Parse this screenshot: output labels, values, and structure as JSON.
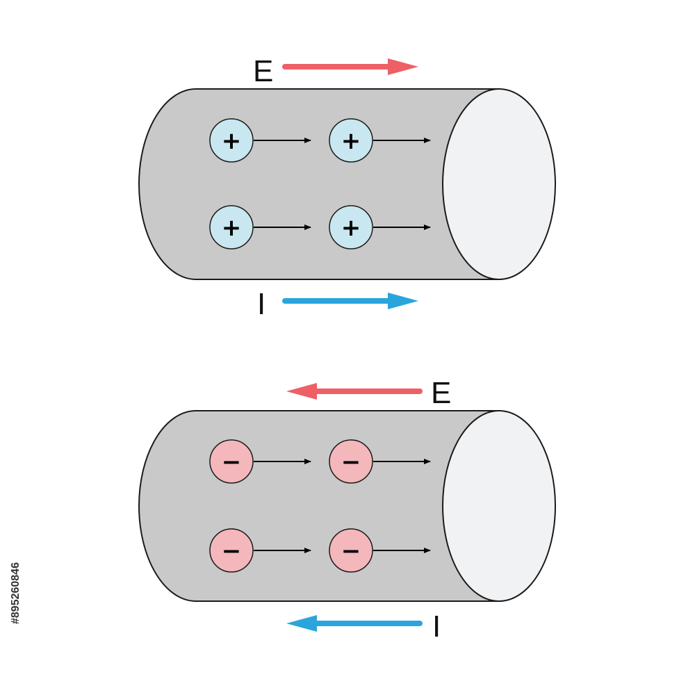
{
  "colors": {
    "field_arrow": "#ee5f66",
    "current_arrow": "#2aa5dc",
    "positive_charge": "#c9e7f0",
    "negative_charge": "#f4b7bb",
    "conductor_body": "#c9c9c9",
    "conductor_face": "#f1f2f4",
    "drift_arrow": "#000000"
  },
  "top_panel": {
    "field_label": "E",
    "current_label": "I",
    "field_direction": "right",
    "current_direction": "right",
    "charge_sign": "+",
    "charge_polarity": "positive",
    "charge_count": 4,
    "drift_direction": "right"
  },
  "bottom_panel": {
    "field_label": "E",
    "current_label": "I",
    "field_direction": "left",
    "current_direction": "left",
    "charge_sign": "−",
    "charge_polarity": "negative",
    "charge_count": 4,
    "drift_direction": "right"
  },
  "stock_id": "#895260846"
}
